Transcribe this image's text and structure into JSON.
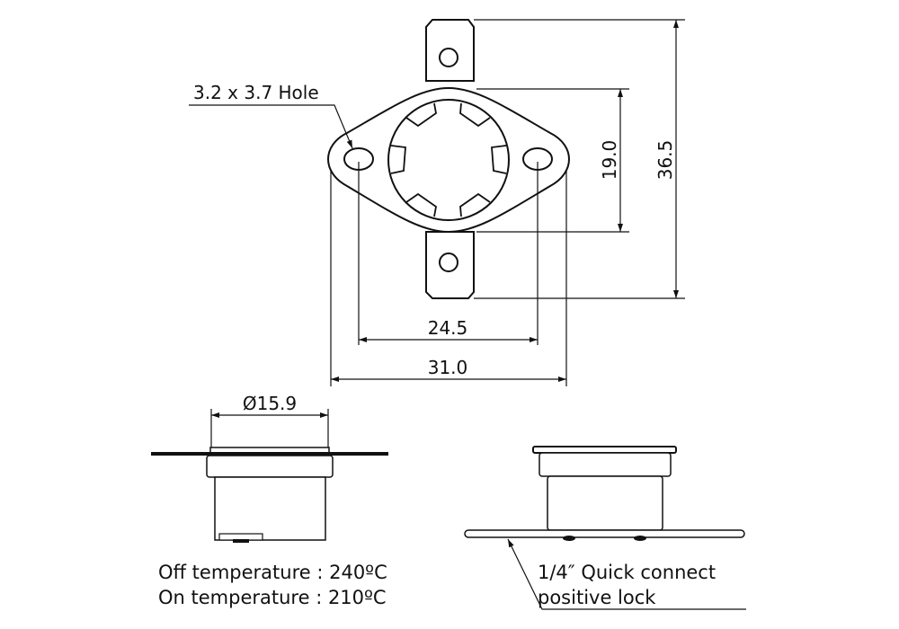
{
  "drawing": {
    "hole_label": "3.2 x 3.7 Hole",
    "dimensions": {
      "overall_height": "36.5",
      "flange_height": "19.0",
      "hole_spacing": "24.5",
      "flange_width": "31.0",
      "cap_diameter": "Ø15.9"
    },
    "notes": {
      "off_temperature": "Off temperature : 240ºC",
      "on_temperature": "On temperature : 210ºC",
      "terminal_line1": "1/4″  Quick connect",
      "terminal_line2": "positive lock"
    }
  }
}
